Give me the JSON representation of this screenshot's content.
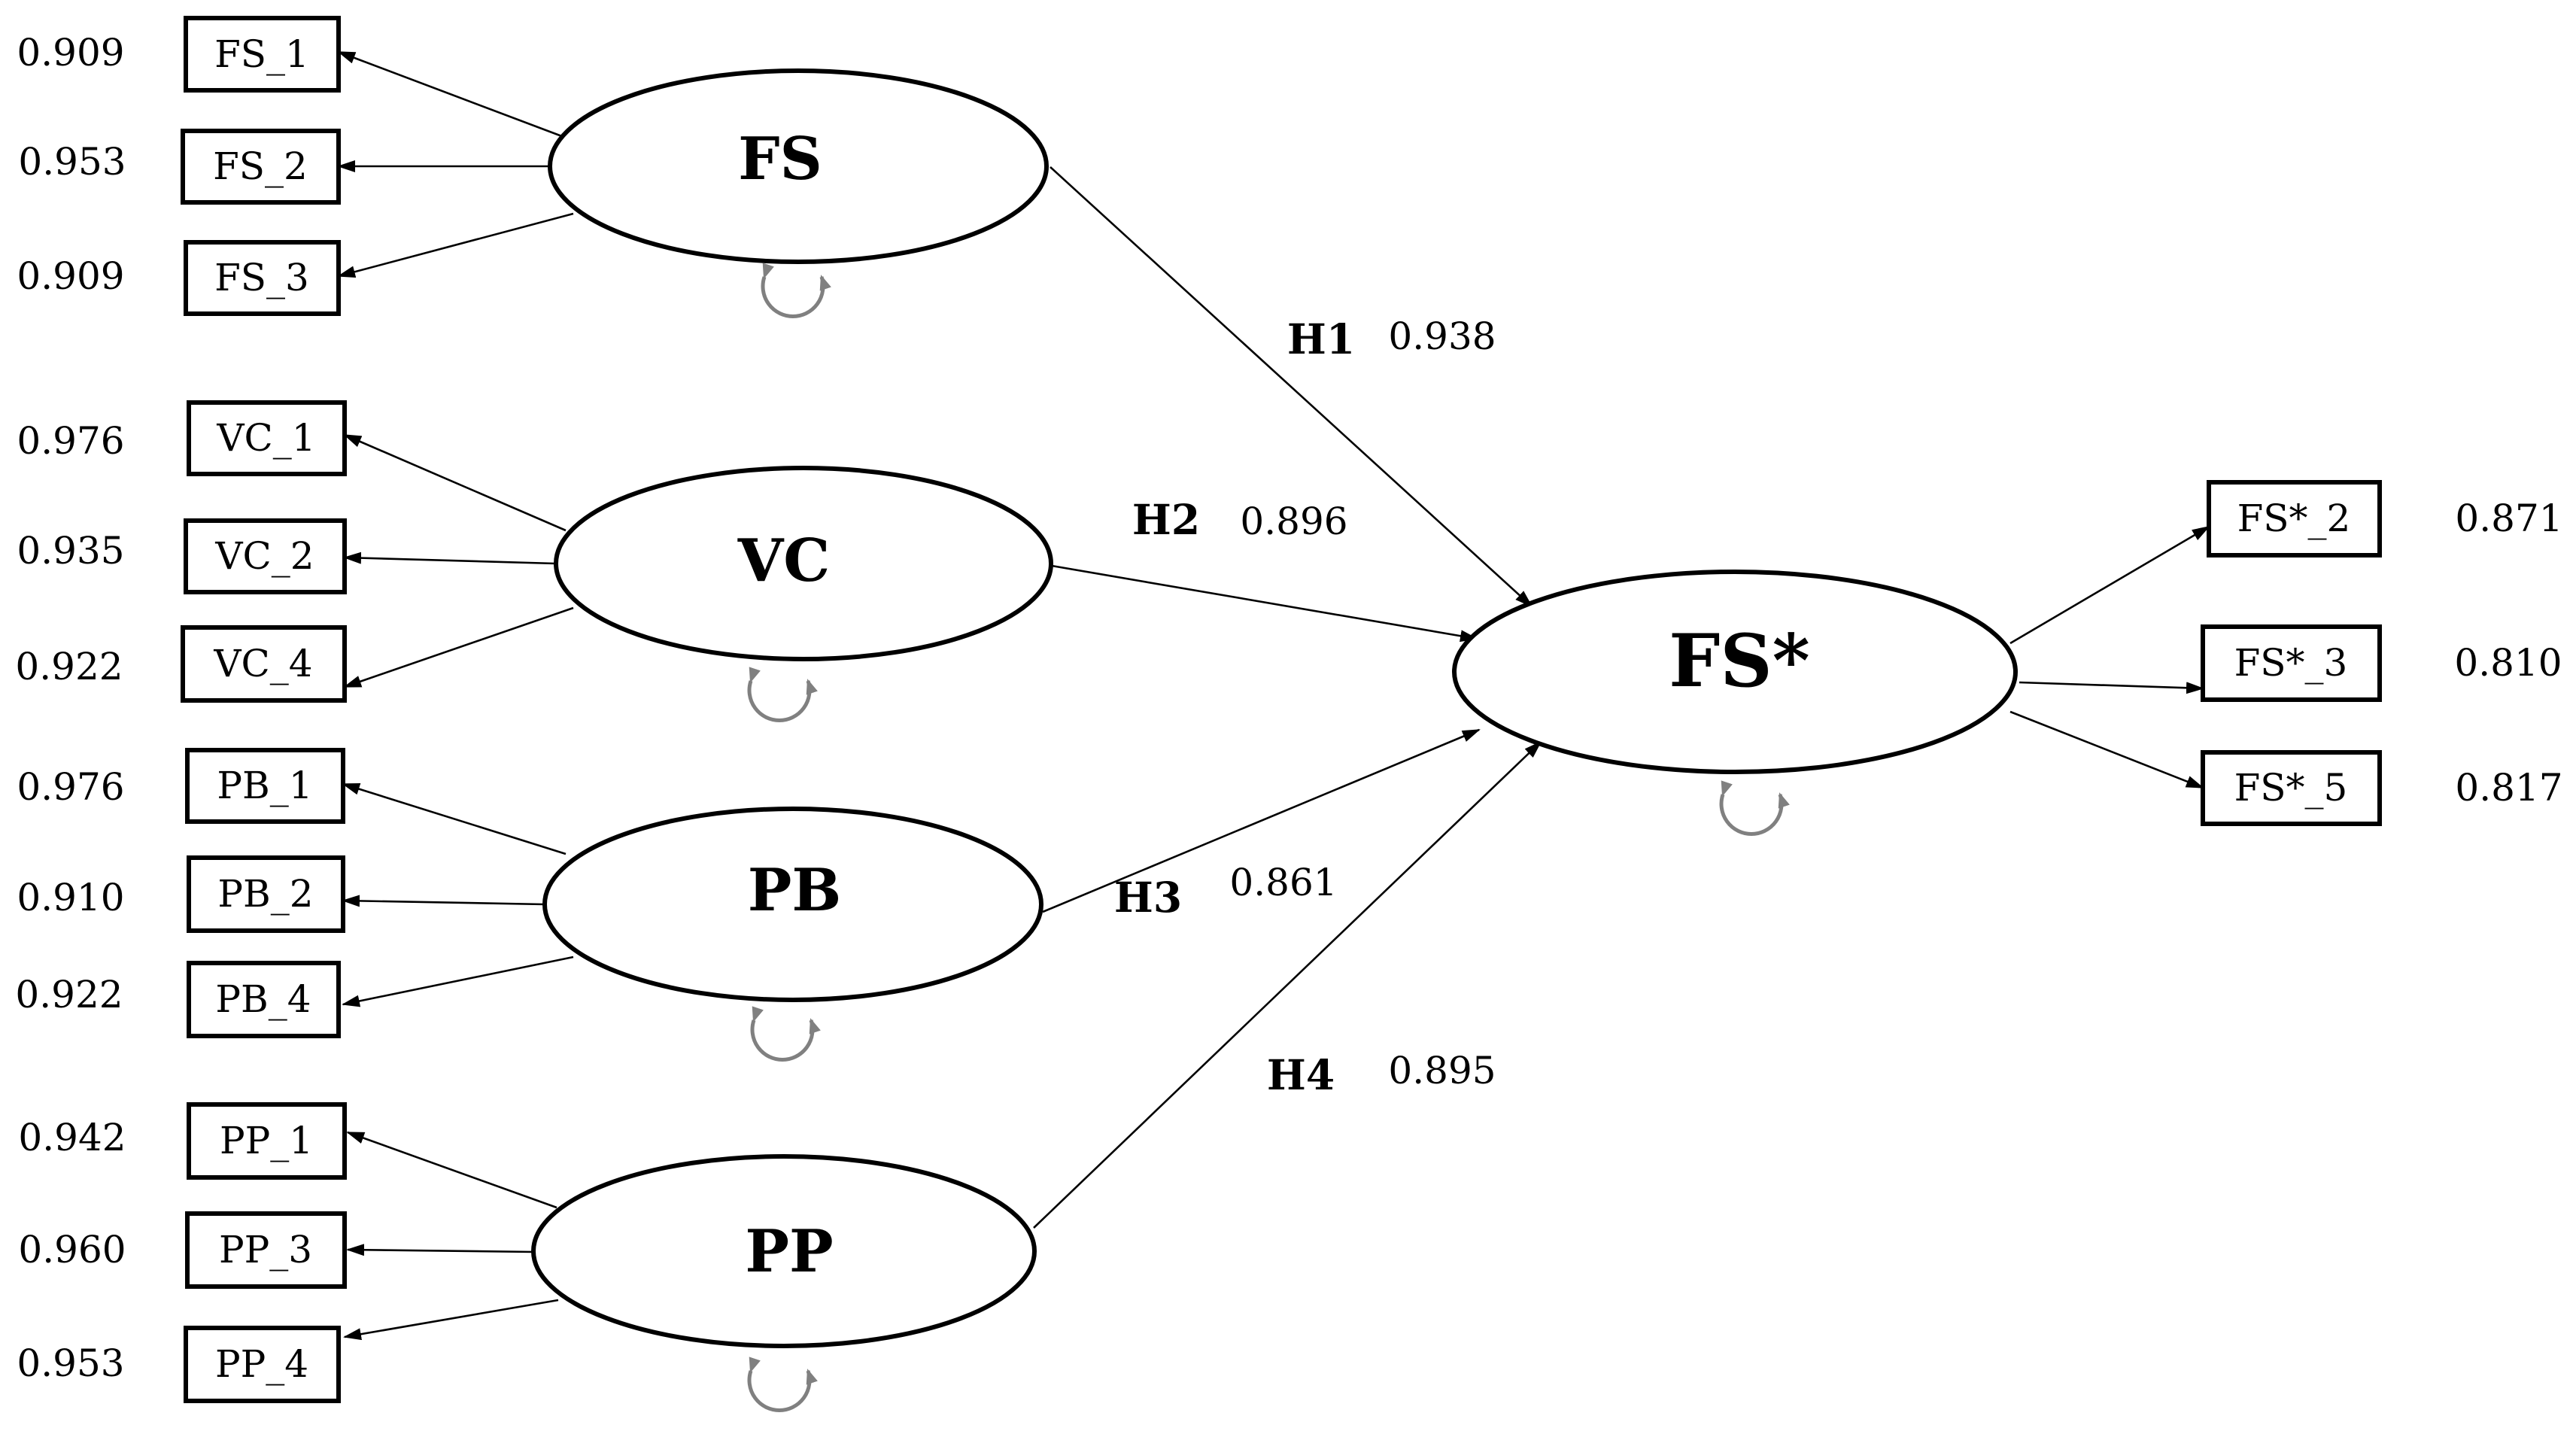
{
  "diagram": {
    "latents": [
      {
        "id": "FS",
        "label": "FS"
      },
      {
        "id": "VC",
        "label": "VC"
      },
      {
        "id": "PB",
        "label": "PB"
      },
      {
        "id": "PP",
        "label": "PP"
      },
      {
        "id": "FSstar",
        "label": "FS*"
      }
    ],
    "indicators": [
      {
        "label": "FS_1",
        "loading": "0.909",
        "latent": "FS"
      },
      {
        "label": "FS_2",
        "loading": "0.953",
        "latent": "FS"
      },
      {
        "label": "FS_3",
        "loading": "0.909",
        "latent": "FS"
      },
      {
        "label": "VC_1",
        "loading": "0.976",
        "latent": "VC"
      },
      {
        "label": "VC_2",
        "loading": "0.935",
        "latent": "VC"
      },
      {
        "label": "VC_4",
        "loading": "0.922",
        "latent": "VC"
      },
      {
        "label": "PB_1",
        "loading": "0.976",
        "latent": "PB"
      },
      {
        "label": "PB_2",
        "loading": "0.910",
        "latent": "PB"
      },
      {
        "label": "PB_4",
        "loading": "0.922",
        "latent": "PB"
      },
      {
        "label": "PP_1",
        "loading": "0.942",
        "latent": "PP"
      },
      {
        "label": "PP_3",
        "loading": "0.960",
        "latent": "PP"
      },
      {
        "label": "PP_4",
        "loading": "0.953",
        "latent": "PP"
      },
      {
        "label": "FS*_2",
        "loading": "0.871",
        "latent": "FSstar"
      },
      {
        "label": "FS*_3",
        "loading": "0.810",
        "latent": "FSstar"
      },
      {
        "label": "FS*_5",
        "loading": "0.817",
        "latent": "FSstar"
      }
    ],
    "paths": [
      {
        "hypothesis": "H1",
        "coefficient": "0.938",
        "from": "FS",
        "to": "FSstar"
      },
      {
        "hypothesis": "H2",
        "coefficient": "0.896",
        "from": "VC",
        "to": "FSstar"
      },
      {
        "hypothesis": "H3",
        "coefficient": "0.861",
        "from": "PB",
        "to": "FSstar"
      },
      {
        "hypothesis": "H4",
        "coefficient": "0.895",
        "from": "PP",
        "to": "FSstar"
      }
    ]
  }
}
